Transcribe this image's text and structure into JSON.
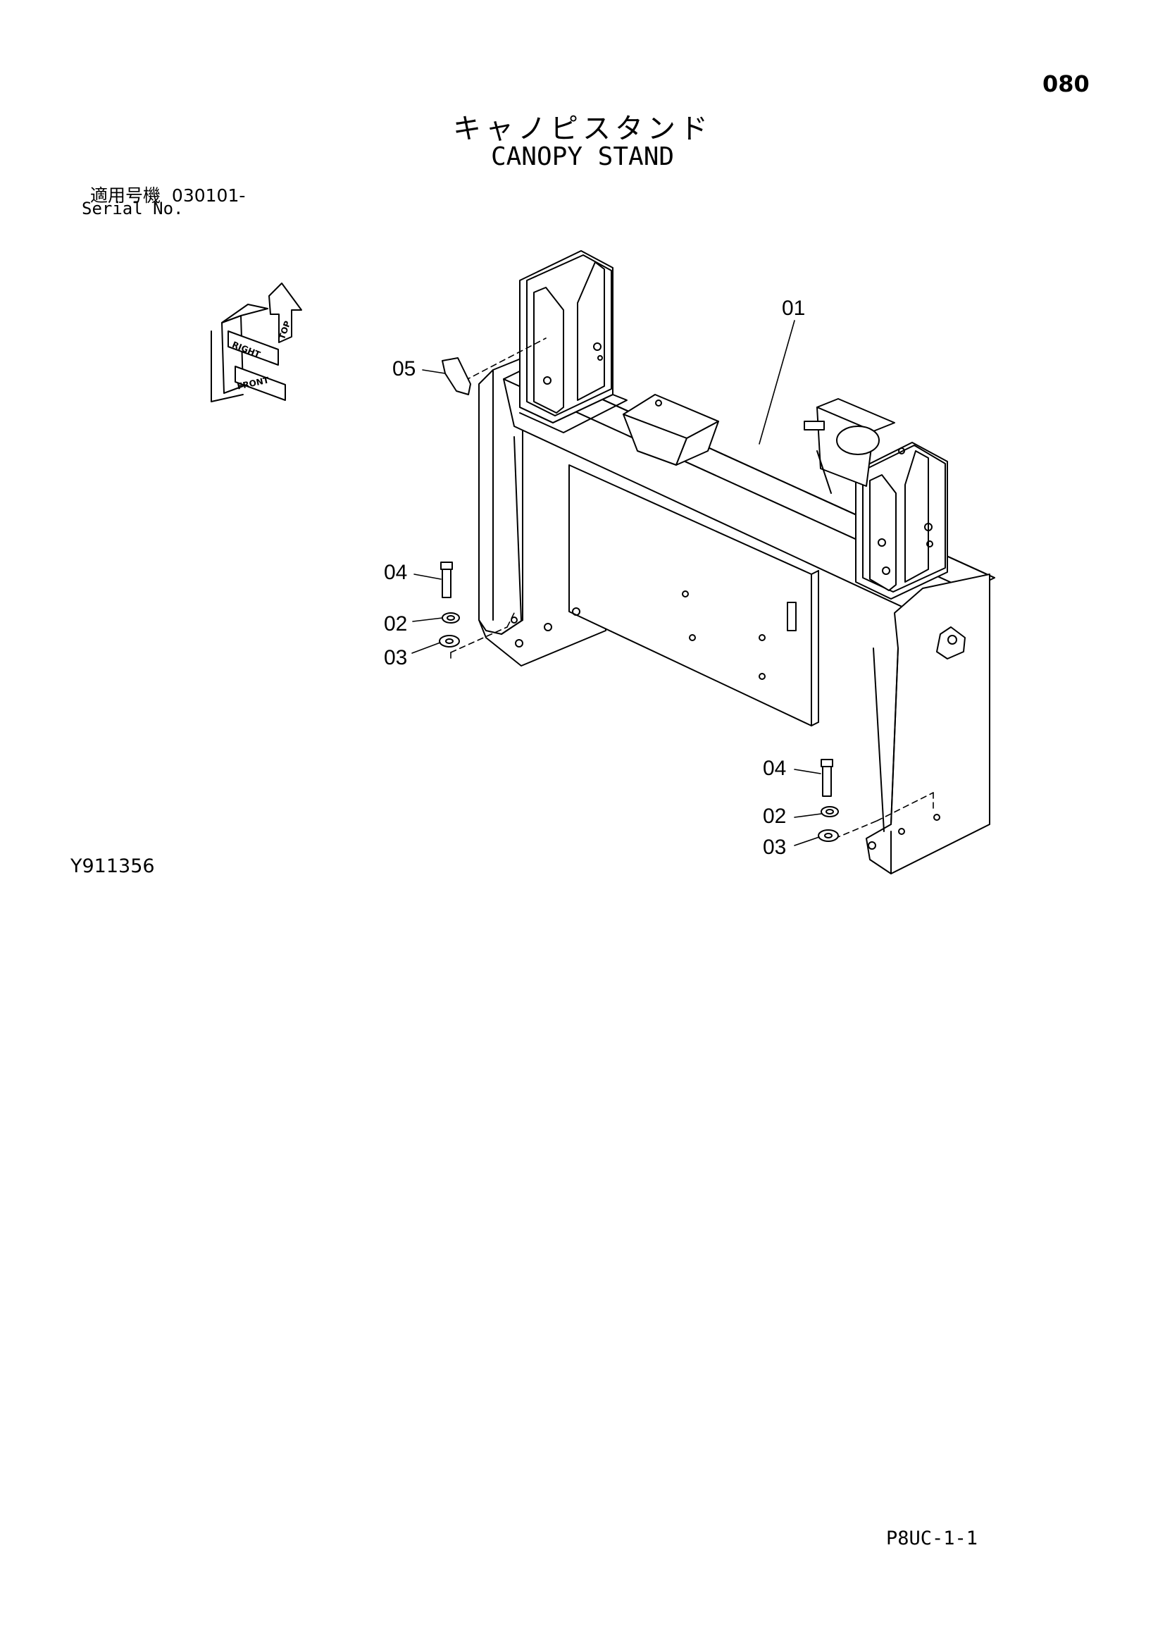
{
  "header": {
    "page_number": "080",
    "title_ja": "キャノピスタンド",
    "title_en": "CANOPY STAND",
    "serial_label_ja": "適用号機",
    "serial_range": "030101-",
    "serial_label_en": "Serial No."
  },
  "diagram": {
    "drawing_code": "Y911356",
    "orientation": {
      "top": "TOP",
      "right": "RIGHT",
      "front": "FRONT"
    },
    "callouts": {
      "c01": "01",
      "c05": "05",
      "c04_left": "04",
      "c02_left": "02",
      "c03_left": "03",
      "c04_right": "04",
      "c02_right": "02",
      "c03_right": "03"
    }
  },
  "footer": {
    "code": "P8UC-1-1"
  }
}
